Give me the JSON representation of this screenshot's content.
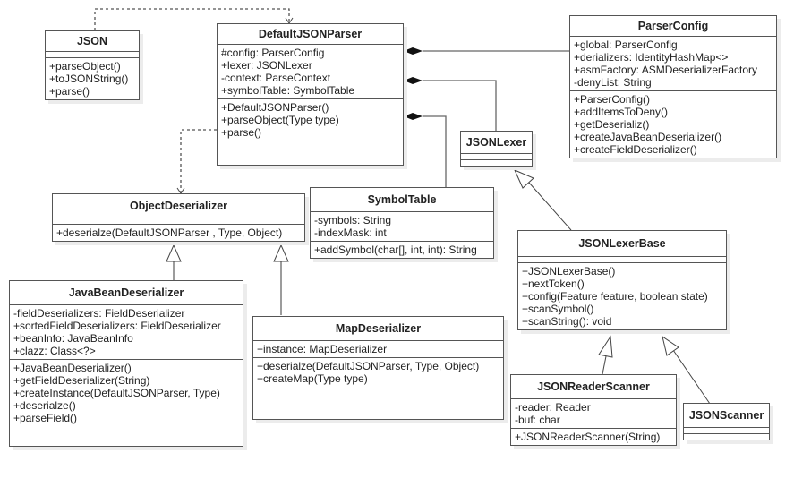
{
  "diagram": {
    "type": "UML class diagram",
    "classes": {
      "json": {
        "name": "JSON",
        "attributes": [],
        "methods": [
          "+parseObject()",
          "+toJSONString()",
          "+parse()"
        ]
      },
      "default_json_parser": {
        "name": "DefaultJSONParser",
        "attributes": [
          "#config: ParserConfig",
          "+lexer: JSONLexer",
          "-context: ParseContext",
          "+symbolTable: SymbolTable"
        ],
        "methods": [
          "+DefaultJSONParser()",
          "+parseObject(Type type)",
          "+parse()"
        ]
      },
      "parser_config": {
        "name": "ParserConfig",
        "attributes": [
          "+global: ParserConfig",
          "+derializers: IdentityHashMap<>",
          "+asmFactory: ASMDeserializerFactory",
          "-denyList: String"
        ],
        "methods": [
          "+ParserConfig()",
          "+addItemsToDeny()",
          "+getDeserializ()",
          "+createJavaBeanDeserializer()",
          "+createFieldDeserializer()"
        ]
      },
      "json_lexer": {
        "name": "JSONLexer",
        "attributes": [],
        "methods": []
      },
      "object_deserializer": {
        "name": "ObjectDeserializer",
        "attributes": [],
        "methods": [
          "+deserialze(DefaultJSONParser , Type, Object)"
        ]
      },
      "symbol_table": {
        "name": "SymbolTable",
        "attributes": [
          "-symbols: String",
          "-indexMask: int"
        ],
        "methods": [
          "+addSymbol(char[], int, int): String"
        ]
      },
      "json_lexer_base": {
        "name": "JSONLexerBase",
        "attributes": [],
        "methods": [
          "+JSONLexerBase()",
          "+nextToken()",
          "+config(Feature feature, boolean state)",
          "+scanSymbol()",
          "+scanString(): void"
        ]
      },
      "java_bean_deserializer": {
        "name": "JavaBeanDeserializer",
        "attributes": [
          "-fieldDeserializers: FieldDeserializer",
          "+sortedFieldDeserializers: FieldDeserializer",
          "+beanInfo: JavaBeanInfo",
          "+clazz: Class<?>"
        ],
        "methods": [
          "+JavaBeanDeserializer()",
          "+getFieldDeserializer(String)",
          "+createInstance(DefaultJSONParser, Type)",
          "+deserialze()",
          "+parseField()"
        ]
      },
      "map_deserializer": {
        "name": "MapDeserializer",
        "attributes": [
          "+instance: MapDeserializer"
        ],
        "methods": [
          "+deserialze(DefaultJSONParser, Type, Object)",
          "+createMap(Type type)"
        ]
      },
      "json_reader_scanner": {
        "name": "JSONReaderScanner",
        "attributes": [
          "-reader: Reader",
          "-buf: char"
        ],
        "methods": [
          "+JSONReaderScanner(String)"
        ]
      },
      "json_scanner": {
        "name": "JSONScanner",
        "attributes": [],
        "methods": []
      }
    },
    "relations": [
      {
        "from": "JSON",
        "to": "DefaultJSONParser",
        "kind": "dependency"
      },
      {
        "from": "DefaultJSONParser",
        "to": "ParserConfig",
        "kind": "composition"
      },
      {
        "from": "DefaultJSONParser",
        "to": "JSONLexer",
        "kind": "composition"
      },
      {
        "from": "DefaultJSONParser",
        "to": "SymbolTable",
        "kind": "composition"
      },
      {
        "from": "DefaultJSONParser",
        "to": "ObjectDeserializer",
        "kind": "dependency"
      },
      {
        "from": "JavaBeanDeserializer",
        "to": "ObjectDeserializer",
        "kind": "realization"
      },
      {
        "from": "MapDeserializer",
        "to": "ObjectDeserializer",
        "kind": "realization"
      },
      {
        "from": "JSONLexerBase",
        "to": "JSONLexer",
        "kind": "realization"
      },
      {
        "from": "JSONReaderScanner",
        "to": "JSONLexerBase",
        "kind": "generalization"
      },
      {
        "from": "JSONScanner",
        "to": "JSONLexerBase",
        "kind": "generalization"
      }
    ]
  }
}
